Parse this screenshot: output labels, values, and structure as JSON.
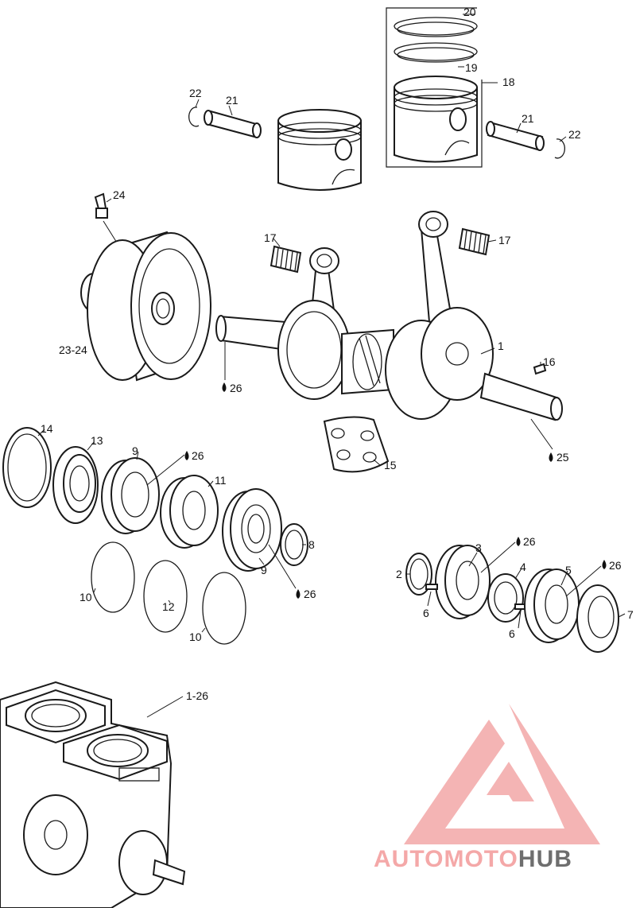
{
  "labels": {
    "l20": "20",
    "l19": "19",
    "l18": "18",
    "l22a": "22",
    "l21a": "21",
    "l21b": "21",
    "l22b": "22",
    "l24": "24",
    "l2324": "23-24",
    "l17a": "17",
    "l17b": "17",
    "l1": "1",
    "l16": "16",
    "l26a": "26",
    "l25": "25",
    "l15": "15",
    "l14": "14",
    "l13": "13",
    "l9a": "9",
    "l26b": "26",
    "l11": "11",
    "l8": "8",
    "l9b": "9",
    "l26c": "26",
    "l10a": "10",
    "l12": "12",
    "l10b": "10",
    "l3": "3",
    "l26d": "26",
    "l2": "2",
    "l4": "4",
    "l5": "5",
    "l26e": "26",
    "l6a": "6",
    "l6b": "6",
    "l7": "7",
    "l126": "1-26"
  },
  "watermark": {
    "brand_part1": "AUTOMOTO",
    "brand_part2": "HUB",
    "color_primary": "#f39a9a",
    "color_secondary": "#555555"
  }
}
